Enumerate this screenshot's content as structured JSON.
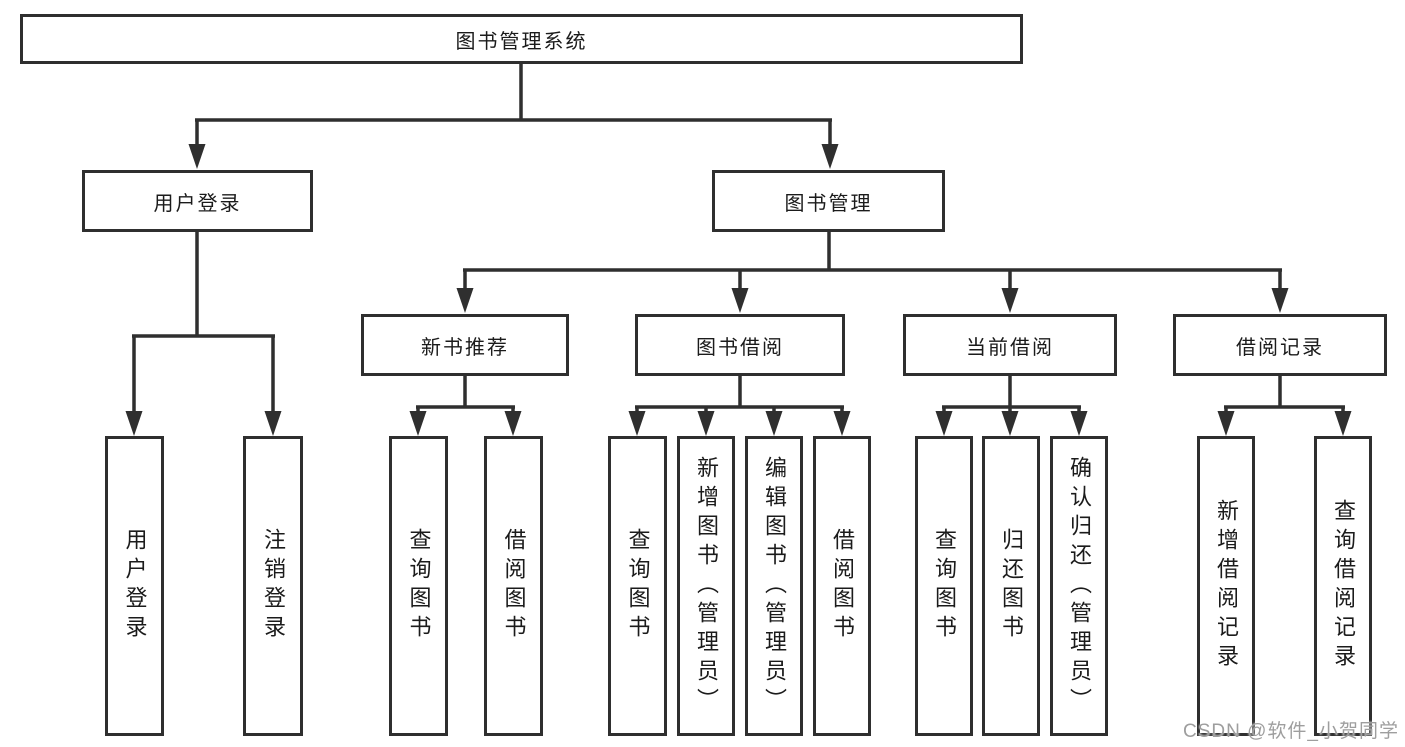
{
  "diagram": {
    "type": "hierarchy-tree",
    "root": {
      "label": "图书管理系统"
    },
    "branches": [
      {
        "label": "用户登录",
        "children": [
          {
            "label": "用户登录"
          },
          {
            "label": "注销登录"
          }
        ]
      },
      {
        "label": "图书管理",
        "children": [
          {
            "label": "新书推荐",
            "children": [
              {
                "label": "查询图书"
              },
              {
                "label": "借阅图书"
              }
            ]
          },
          {
            "label": "图书借阅",
            "children": [
              {
                "label": "查询图书"
              },
              {
                "label": "新增图书（管理员）"
              },
              {
                "label": "编辑图书（管理员）"
              },
              {
                "label": "借阅图书"
              }
            ]
          },
          {
            "label": "当前借阅",
            "children": [
              {
                "label": "查询图书"
              },
              {
                "label": "归还图书"
              },
              {
                "label": "确认归还（管理员）"
              }
            ]
          },
          {
            "label": "借阅记录",
            "children": [
              {
                "label": "新增借阅记录"
              },
              {
                "label": "查询借阅记录"
              }
            ]
          }
        ]
      }
    ]
  },
  "watermark": {
    "text": "CSDN @软件_小贺同学"
  },
  "colors": {
    "line": "#2f2f2f",
    "text": "#1b1b1b",
    "watermark": "#9e9e9e",
    "background": "#ffffff"
  }
}
